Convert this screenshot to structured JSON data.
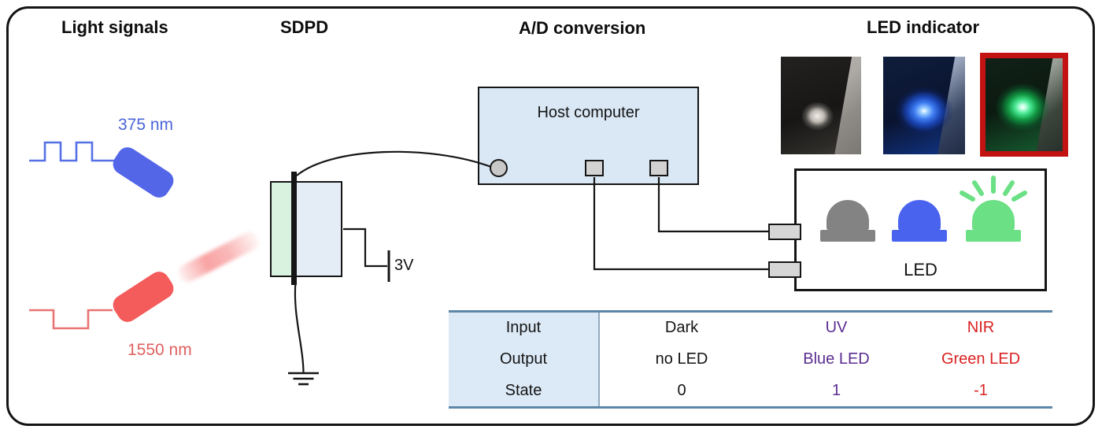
{
  "titles": {
    "light_signals": "Light signals",
    "sdpd": "SDPD",
    "ad_conversion": "A/D conversion",
    "led_indicator": "LED indicator"
  },
  "light_signals": {
    "uv": {
      "wavelength": "375 nm",
      "color": "#4a64d8",
      "waveform": "square-pulses-up"
    },
    "nir": {
      "wavelength": "1550 nm",
      "color": "#e06060",
      "waveform": "square-pulse-down"
    }
  },
  "sdpd": {
    "bias_label": "3V",
    "absorber_color": "#d9f2df",
    "body_color": "#e4edf6",
    "has_ground": true
  },
  "host_computer": {
    "label": "Host computer",
    "fill": "#dae8f5"
  },
  "led_box": {
    "label": "LED",
    "leds": [
      {
        "name": "off-led",
        "color": "#838383"
      },
      {
        "name": "blue-led",
        "color": "#4a63ef"
      },
      {
        "name": "green-led",
        "color": "#6ce085",
        "shining": true
      }
    ]
  },
  "led_photos": [
    {
      "name": "led-off-photo"
    },
    {
      "name": "blue-led-photo"
    },
    {
      "name": "green-led-photo",
      "highlight_border": "#c31212"
    }
  ],
  "truth_table": {
    "border_color": "#5d87a8",
    "header_fill": "#dce9f6",
    "column_colors": [
      "#141414",
      "#5b2d90",
      "#d92121"
    ],
    "rows": [
      {
        "header": "Input",
        "cells": [
          "Dark",
          "UV",
          "NIR"
        ]
      },
      {
        "header": "Output",
        "cells": [
          "no LED",
          "Blue LED",
          "Green LED"
        ]
      },
      {
        "header": "State",
        "cells": [
          "0",
          "1",
          "-1"
        ]
      }
    ]
  }
}
